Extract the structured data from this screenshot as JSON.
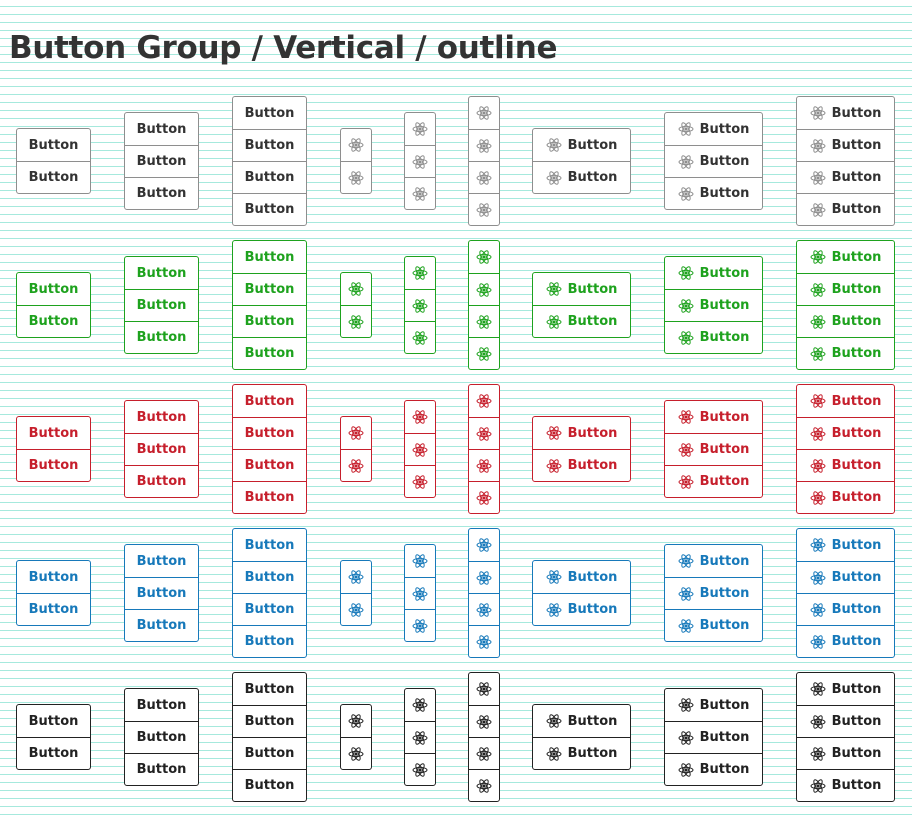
{
  "page": {
    "title": "Button Group / Vertical / outline"
  },
  "button_label": "Button",
  "icon": "atom-icon",
  "variants": [
    {
      "name": "default",
      "color": "#8e8e8e",
      "text": "#333333"
    },
    {
      "name": "success",
      "color": "#1ea21e",
      "text": "#1ea21e"
    },
    {
      "name": "danger",
      "color": "#c61f2c",
      "text": "#c61f2c"
    },
    {
      "name": "primary",
      "color": "#1779ba",
      "text": "#1779ba"
    },
    {
      "name": "dark",
      "color": "#222222",
      "text": "#222222"
    }
  ],
  "columns": [
    {
      "kind": "text",
      "count": 2
    },
    {
      "kind": "text",
      "count": 3
    },
    {
      "kind": "text",
      "count": 4
    },
    {
      "kind": "icon",
      "count": 2
    },
    {
      "kind": "icon",
      "count": 3
    },
    {
      "kind": "icon",
      "count": 4
    },
    {
      "kind": "icon-text",
      "count": 2
    },
    {
      "kind": "icon-text",
      "count": 3
    },
    {
      "kind": "icon-text",
      "count": 4
    }
  ]
}
